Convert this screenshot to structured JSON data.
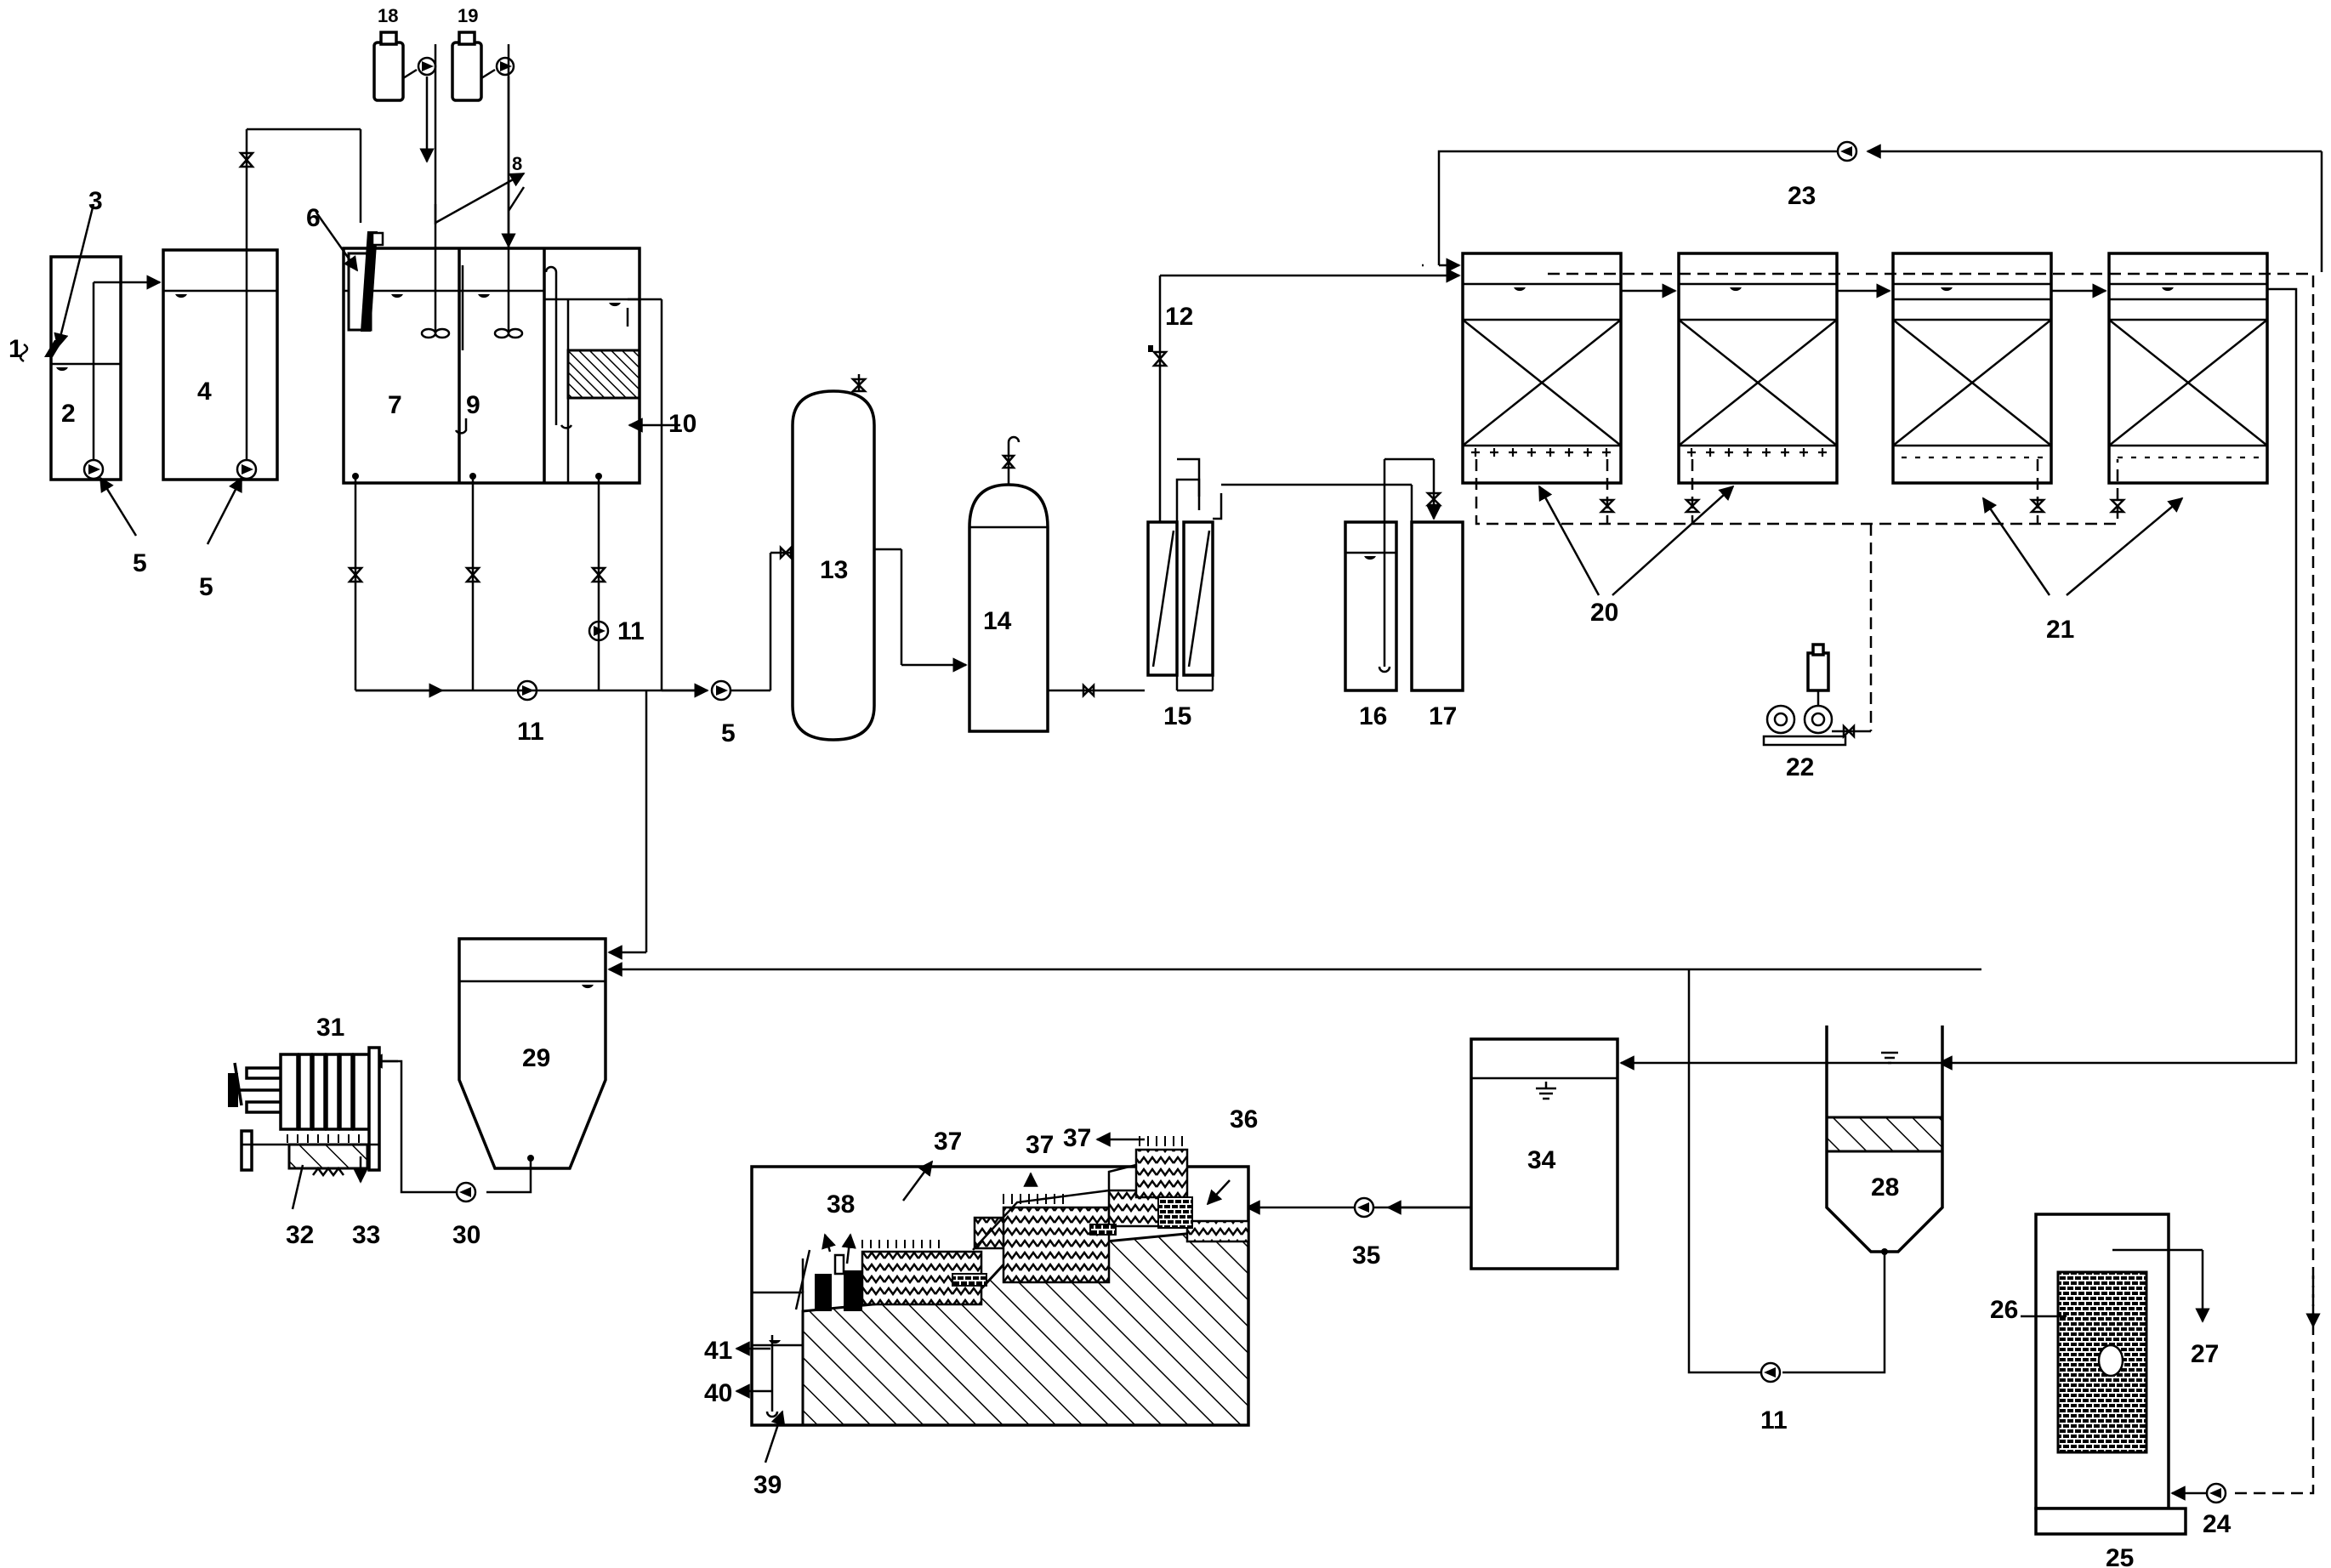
{
  "labels": {
    "l1": "1",
    "l2": "2",
    "l3": "3",
    "l4": "4",
    "l5a": "5",
    "l5b": "5",
    "l5c": "5",
    "l6": "6",
    "l7": "7",
    "l8": "8",
    "l9": "9",
    "l10": "10",
    "l11a": "11",
    "l11b": "11",
    "l11c": "11",
    "l12": "12",
    "l13": "13",
    "l14": "14",
    "l15": "15",
    "l16": "16",
    "l17": "17",
    "l18": "18",
    "l19": "19",
    "l20": "20",
    "l21": "21",
    "l22": "22",
    "l23": "23",
    "l24": "24",
    "l25": "25",
    "l26": "26",
    "l27": "27",
    "l28": "28",
    "l29": "29",
    "l30": "30",
    "l31": "31",
    "l32": "32",
    "l33": "33",
    "l34": "34",
    "l35": "35",
    "l36": "36",
    "l37a": "37",
    "l37b": "37",
    "l37c": "37",
    "l38": "38",
    "l39": "39",
    "l40": "40",
    "l41": "41"
  }
}
